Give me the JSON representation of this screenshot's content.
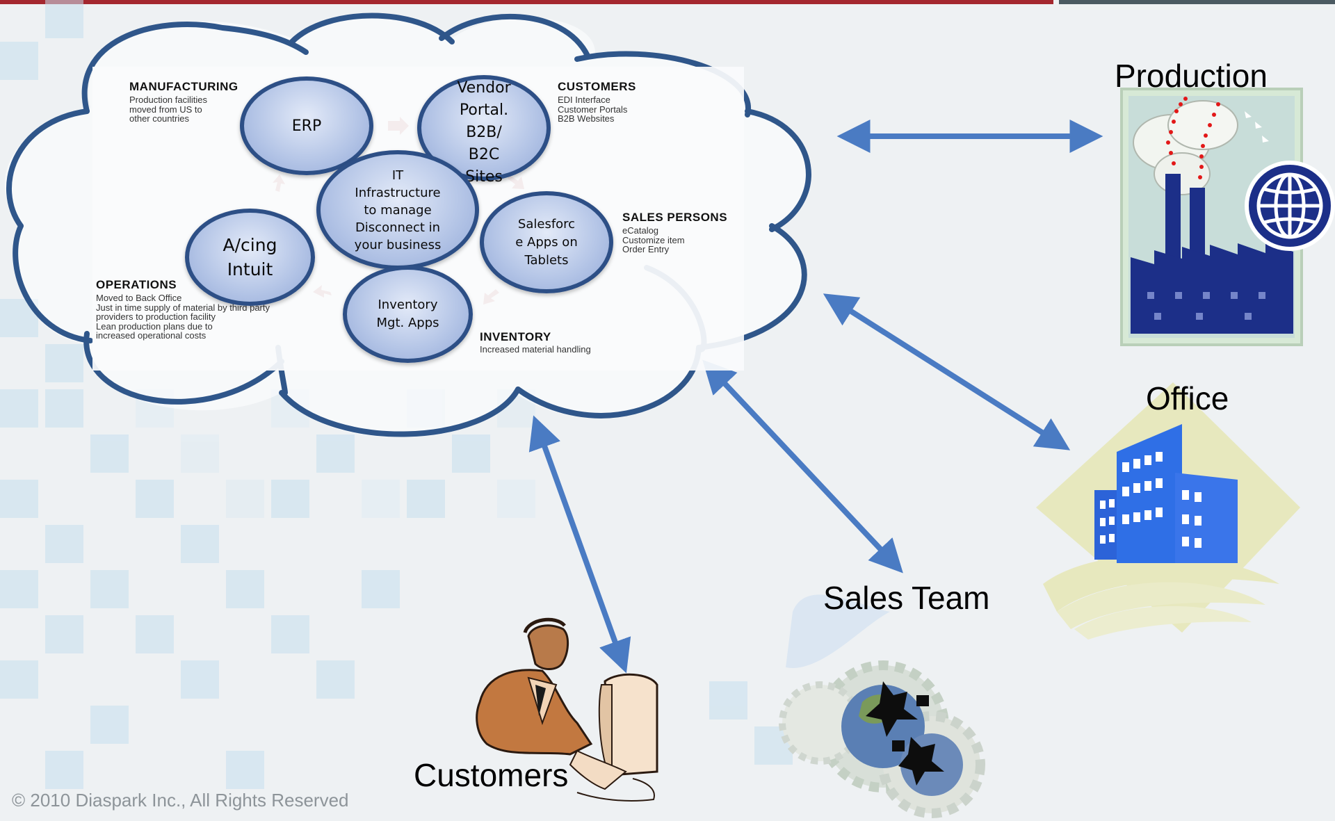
{
  "slide": {
    "copyright": "© 2010 Diaspark Inc., All Rights Reserved"
  },
  "process_sections": {
    "manufacturing": {
      "title": "MANUFACTURING",
      "text": "Production facilities\nmoved from US to\nother countries"
    },
    "customers": {
      "title": "CUSTOMERS",
      "text": "EDI Interface\nCustomer Portals\nB2B Websites"
    },
    "sales_persons": {
      "title": "SALES PERSONS",
      "text": "eCatalog\nCustomize item\nOrder Entry"
    },
    "inventory": {
      "title": "INVENTORY",
      "text": "Increased material handling"
    },
    "operations": {
      "title": "OPERATIONS",
      "text": "Moved to Back Office\nJust in time supply of material by third party\nproviders to production facility\nLean production plans due to\nincreased operational costs"
    }
  },
  "bubbles": {
    "erp": "ERP",
    "vendor_portal": "Vendor\nPortal.\nB2B/\nB2C\nSites",
    "it_infrastructure": "IT\nInfrastructure\nto manage\nDisconnect in\nyour business",
    "salesforce": "Salesforc\ne Apps on\nTablets",
    "accounting": "A/cing\nIntuit",
    "inventory_apps": "Inventory\nMgt. Apps"
  },
  "nodes": {
    "production": "Production",
    "office": "Office",
    "sales_team": "Sales Team",
    "customers": "Customers"
  },
  "colors": {
    "cloud_outline": "#2f568a",
    "connector_arrow": "#4a7bc3",
    "cycle_arrow": "#a52a2f",
    "bubble_border": "#2d4f86"
  }
}
